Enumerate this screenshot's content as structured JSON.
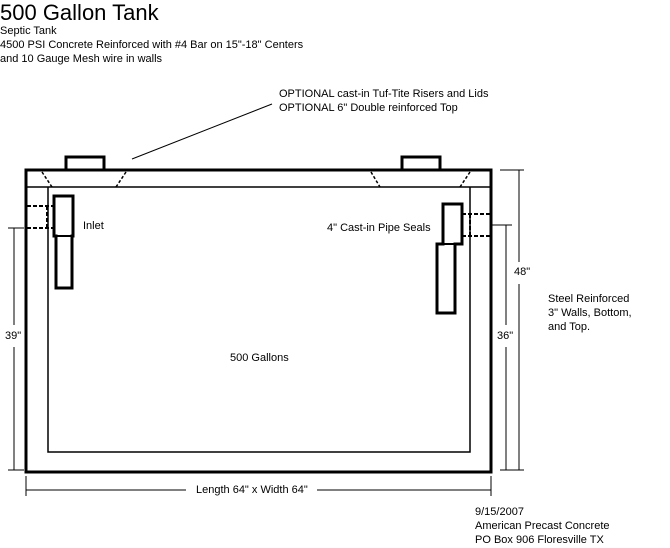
{
  "header": {
    "title": "500 Gallon Tank",
    "subtitle": "Septic Tank",
    "spec_line_1": "4500 PSI Concrete Reinforced with #4 Bar on 15\"-18\" Centers",
    "spec_line_2": "and 10  Gauge Mesh wire in walls"
  },
  "callouts": {
    "optional_risers": "OPTIONAL cast-in Tuf-Tite Risers and Lids",
    "optional_top": "OPTIONAL 6\" Double reinforced Top",
    "inlet": "Inlet",
    "pipe_seals": "4\" Cast-in Pipe Seals",
    "capacity": "500 Gallons"
  },
  "dimensions": {
    "total_height": "48\"",
    "inner_height": "36\"",
    "inlet_height": "39\"",
    "length_width": "Length 64\" x Width 64\""
  },
  "notes": {
    "line_1": "Steel Reinforced",
    "line_2": "3\" Walls, Bottom,",
    "line_3": "and Top."
  },
  "footer": {
    "date": "9/15/2007",
    "company": "American Precast Concrete",
    "address": "PO Box 906 Floresville TX"
  }
}
